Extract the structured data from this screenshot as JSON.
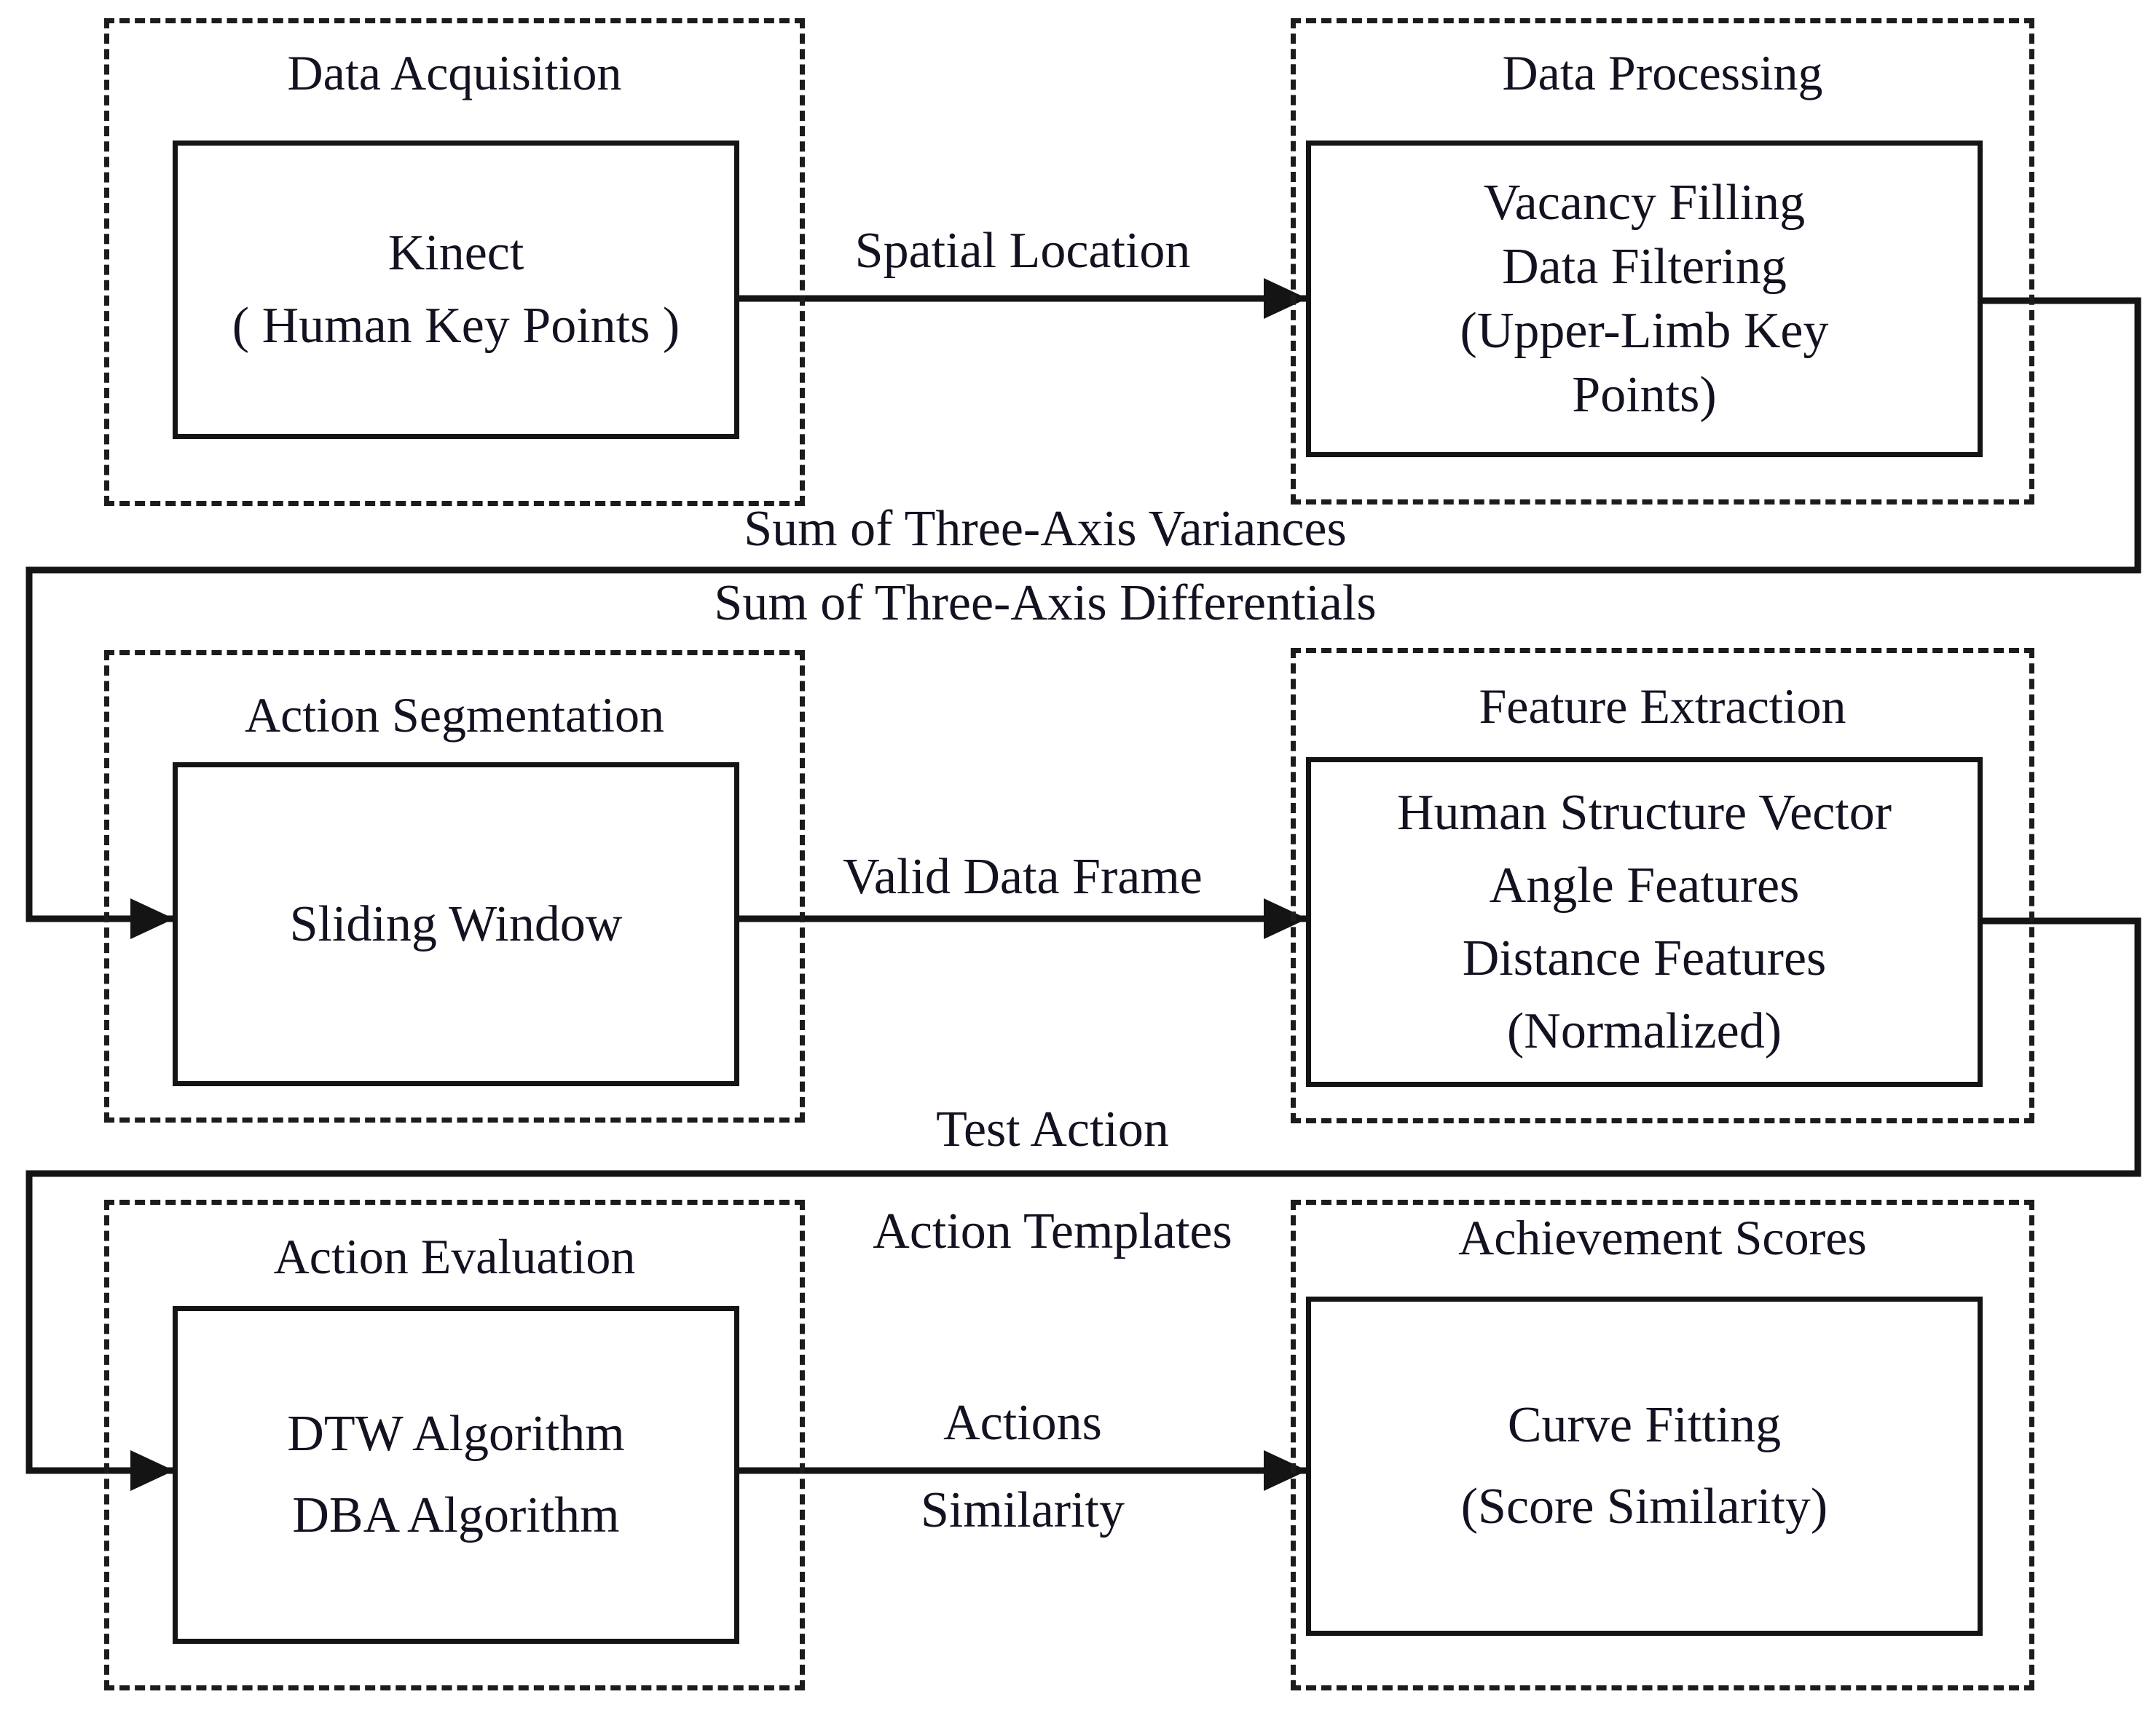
{
  "stages": {
    "data_acquisition": {
      "title": "Data Acquisition",
      "content": "Kinect\n( Human Key Points )"
    },
    "data_processing": {
      "title": "Data Processing",
      "content": "Vacancy Filling\nData Filtering\n(Upper-Limb Key\nPoints)"
    },
    "action_segmentation": {
      "title": "Action Segmentation",
      "content": "Sliding Window"
    },
    "feature_extraction": {
      "title": "Feature Extraction",
      "content": "Human Structure Vector\nAngle Features\nDistance Features\n(Normalized)"
    },
    "action_evaluation": {
      "title": "Action Evaluation",
      "content": "DTW Algorithm\nDBA Algorithm"
    },
    "achievement_scores": {
      "title": "Achievement Scores",
      "content": "Curve Fitting\n(Score Similarity)"
    }
  },
  "labels": {
    "spatial_location": "Spatial Location",
    "sum_variances": "Sum of Three-Axis Variances",
    "sum_differentials": "Sum of Three-Axis Differentials",
    "valid_data_frame": "Valid Data Frame",
    "test_action": "Test Action",
    "action_templates": "Action Templates",
    "actions": "Actions",
    "similarity": "Similarity"
  },
  "colors": {
    "line": "#141414",
    "text": "#121220",
    "background": "#ffffff"
  }
}
